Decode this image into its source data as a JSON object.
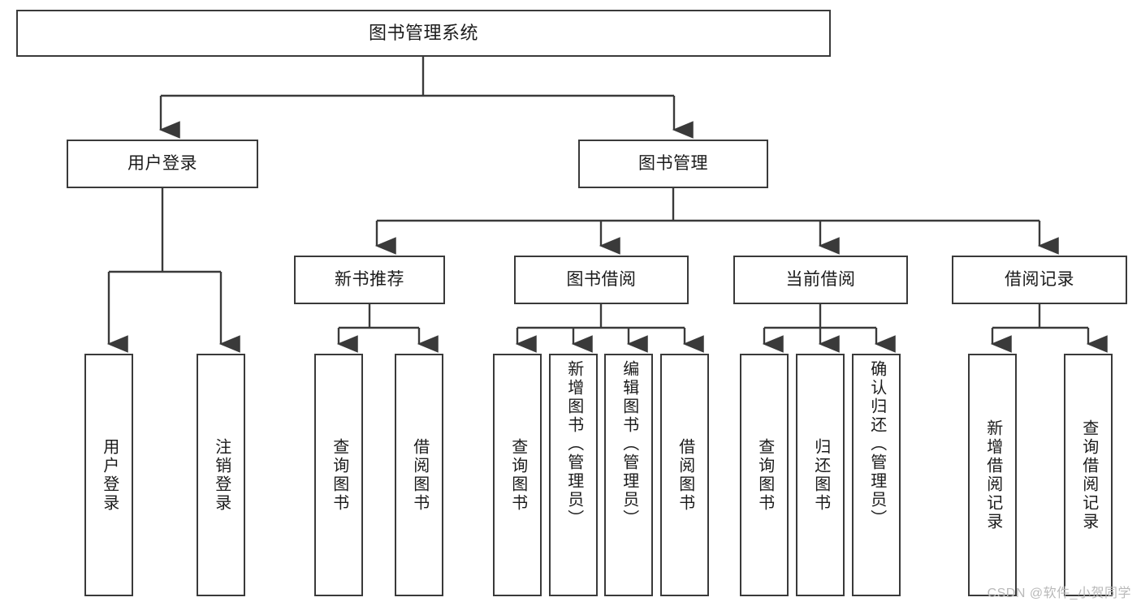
{
  "diagram": {
    "title": "图书管理系统",
    "type": "tree",
    "colors": {
      "box_border": "#3a3a3a",
      "box_fill": "#ffffff",
      "connector": "#3a3a3a",
      "text": "#1b1b1b",
      "watermark": "#b9b9b9",
      "background": "#ffffff"
    },
    "watermark": "CSDN @软件_小贺同学",
    "nodes": {
      "root": {
        "label": "图书管理系统"
      },
      "level1": [
        {
          "label": "用户登录"
        },
        {
          "label": "图书管理"
        }
      ],
      "level2": [
        {
          "label": "新书推荐"
        },
        {
          "label": "图书借阅"
        },
        {
          "label": "当前借阅"
        },
        {
          "label": "借阅记录"
        }
      ],
      "leaves": {
        "user_login": [
          {
            "label": "用户登录"
          },
          {
            "label": "注销登录"
          }
        ],
        "new_book_recommend": [
          {
            "label": "查询图书"
          },
          {
            "label": "借阅图书"
          }
        ],
        "book_borrow": [
          {
            "label": "查询图书"
          },
          {
            "label": "新增图书（管理员）"
          },
          {
            "label": "编辑图书（管理员）"
          },
          {
            "label": "借阅图书"
          }
        ],
        "current_borrow": [
          {
            "label": "查询图书"
          },
          {
            "label": "归还图书"
          },
          {
            "label": "确认归还（管理员）"
          }
        ],
        "borrow_record": [
          {
            "label": "新增借阅记录"
          },
          {
            "label": "查询借阅记录"
          }
        ]
      }
    }
  }
}
